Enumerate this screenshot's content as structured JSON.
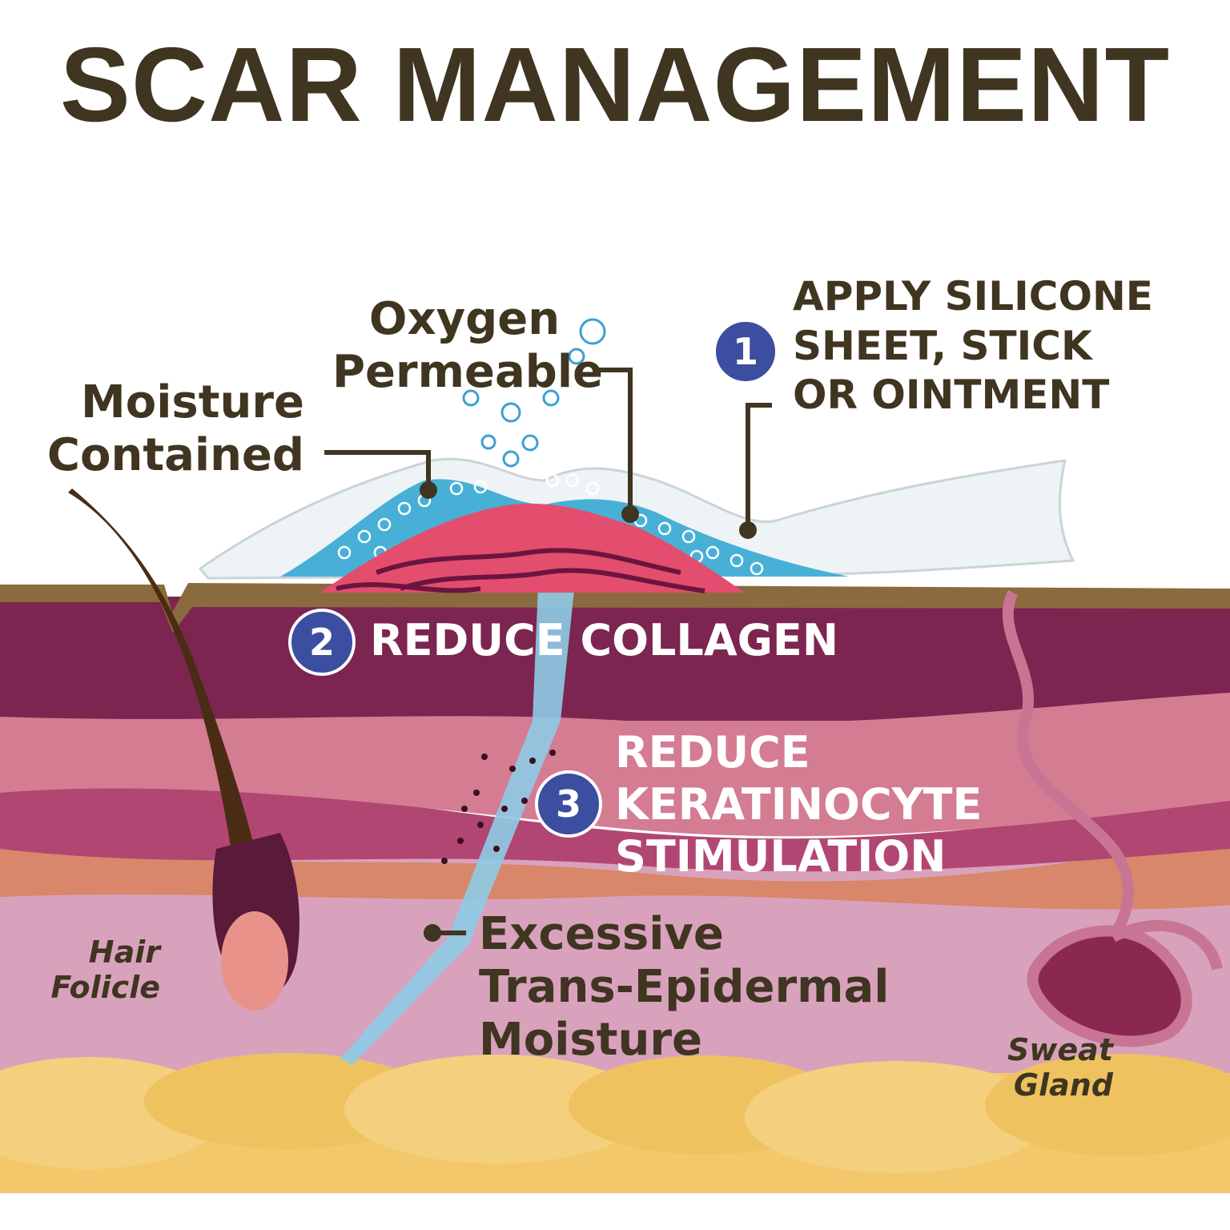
{
  "title": "SCAR MANAGEMENT",
  "labels": {
    "oxygen_line1": "Oxygen",
    "oxygen_line2": "Permeable",
    "moisture_contained_line1": "Moisture",
    "moisture_contained_line2": "Contained",
    "excessive_line1": "Excessive",
    "excessive_line2": "Trans-Epidermal",
    "excessive_line3": "Moisture",
    "hair_line1": "Hair",
    "hair_line2": "Folicle",
    "sweat_line1": "Sweat",
    "sweat_line2": "Gland"
  },
  "steps": [
    {
      "number": "1",
      "lines": [
        "APPLY SILICONE",
        "SHEET, STICK",
        "OR OINTMENT"
      ]
    },
    {
      "number": "2",
      "lines": [
        "REDUCE COLLAGEN"
      ]
    },
    {
      "number": "3",
      "lines": [
        "REDUCE",
        "KERATINOCYTE",
        "STIMULATION"
      ]
    }
  ],
  "colors": {
    "text_dark": "#3f3520",
    "badge": "#3b4ea0",
    "epidermis": "#8a6a3e",
    "dermis_upper": "#7c2550",
    "dermis_mid": "#d37c92",
    "dermis_lower": "#b24672",
    "orange_band": "#d9876a",
    "hypodermis": "#d8a2bd",
    "fat": "#f2c86a",
    "gel": "#48b0d6",
    "sheet": "#eef3f6",
    "scar": "#e34d6e",
    "moisture_channel": "#8ecbe6",
    "hair": "#4a2c14",
    "sweat_gland": "#c87593"
  }
}
